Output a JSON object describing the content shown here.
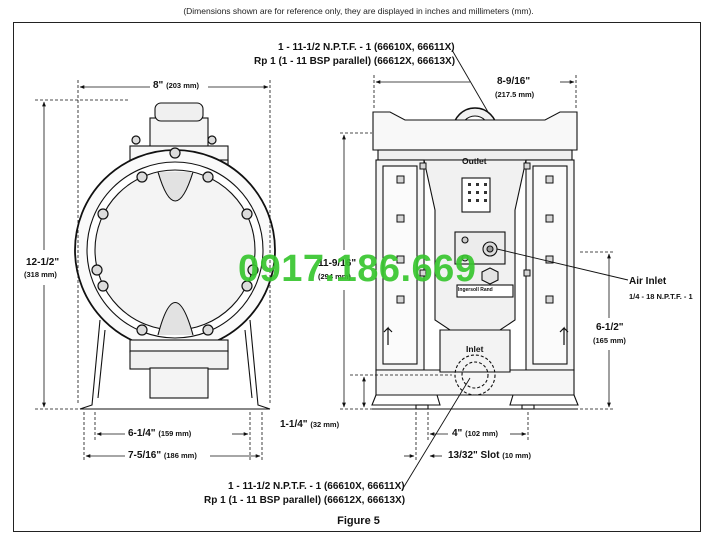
{
  "caption": "(Dimensions shown are for reference only, they are displayed in inches and millimeters (mm).",
  "figure_label": "Figure 5",
  "watermark": "0917.186.669",
  "left_view": {
    "width_top": "8\"",
    "width_top_mm": "(203 mm)",
    "height": "12-1/2\"",
    "height_mm": "(318 mm)",
    "base_inner": "6-1/4\"",
    "base_inner_mm": "(159 mm)",
    "base_outer": "7-5/16\"",
    "base_outer_mm": "(186 mm)"
  },
  "right_view": {
    "outlet_thread_line1": "1 - 11-1/2 N.P.T.F. - 1 (66610X, 66611X)",
    "outlet_thread_line2": "Rp 1 (1 - 11 BSP parallel) (66612X, 66613X)",
    "width_top": "8-9/16\"",
    "width_top_mm": "(217.5 mm)",
    "outlet_label": "Outlet",
    "inlet_label": "Inlet",
    "height_partial": "11-9/16\"",
    "height_partial_mm": "(294 mm)",
    "air_inlet": "Air Inlet",
    "air_inlet_thread": "1/4 - 18 N.P.T.F. - 1",
    "right_height": "6-1/2\"",
    "right_height_mm": "(165 mm)",
    "inlet_height": "1-1/4\"",
    "inlet_height_mm": "(32 mm)",
    "foot_spacing": "4\"",
    "foot_spacing_mm": "(102 mm)",
    "slot": "13/32\" Slot",
    "slot_mm": "(10 mm)",
    "inlet_thread_line1": "1 - 11-1/2 N.P.T.F. - 1 (66610X, 66611X)",
    "inlet_thread_line2": "Rp 1 (1 - 11 BSP parallel) (66612X, 66613X)",
    "brand_plate": "Ingersoll Rand"
  }
}
